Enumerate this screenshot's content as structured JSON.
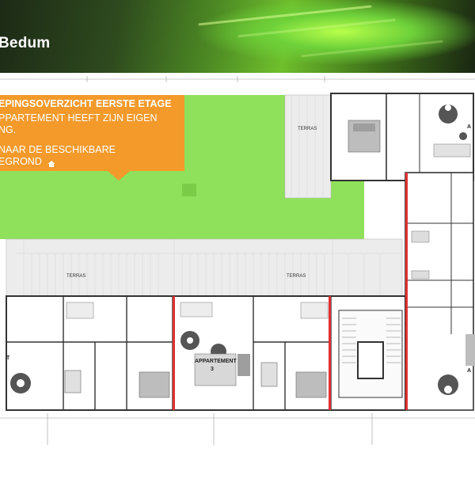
{
  "header": {
    "title": "Bedum"
  },
  "callout": {
    "heading": "EPINGSOVERZICHT EERSTE ETAGE",
    "lines": [
      "PPARTEMENT HEEFT ZIJN EIGEN",
      "NG.",
      "NAAR DE BESCHIKBARE",
      "EGROND"
    ],
    "icon": "home-icon"
  },
  "plan": {
    "labels": {
      "terras_top": "TERRAS",
      "terras_left": "TERRAS",
      "terras_mid": "TERRAS",
      "apartment_3": "APPARTEMENT",
      "apartment_3_number": "3",
      "apartment_partial_right": "A",
      "apartment_partial_right2": "A",
      "apartment_partial_left": "T"
    },
    "colors": {
      "lawn": "#8fe05a",
      "terras": "#ececec",
      "wall": "#333333",
      "accent": "#f39a2b",
      "red_marker": "#e03030"
    }
  }
}
